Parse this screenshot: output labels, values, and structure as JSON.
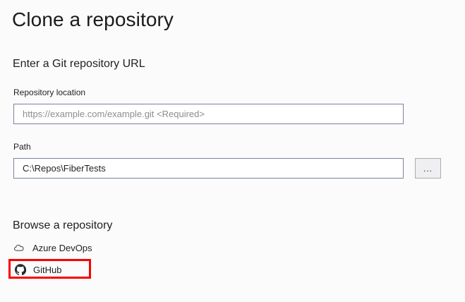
{
  "page": {
    "title": "Clone a repository",
    "background_color": "#fbfbfb",
    "text_color": "#1f1f1f"
  },
  "url_section": {
    "heading": "Enter a Git repository URL",
    "repository_location": {
      "label": "Repository location",
      "value": "",
      "placeholder": "https://example.com/example.git <Required>"
    },
    "path": {
      "label": "Path",
      "value": "C:\\Repos\\FiberTests",
      "placeholder": ""
    },
    "browse_button": {
      "label": "...",
      "name": "browse-folder-button"
    }
  },
  "browse_section": {
    "heading": "Browse a repository",
    "sources": [
      {
        "label": "Azure DevOps",
        "icon": "cloud-icon",
        "highlighted": false
      },
      {
        "label": "GitHub",
        "icon": "github-icon",
        "highlighted": true
      }
    ]
  },
  "annotation": {
    "color": "#fc0000",
    "target": "GitHub"
  }
}
